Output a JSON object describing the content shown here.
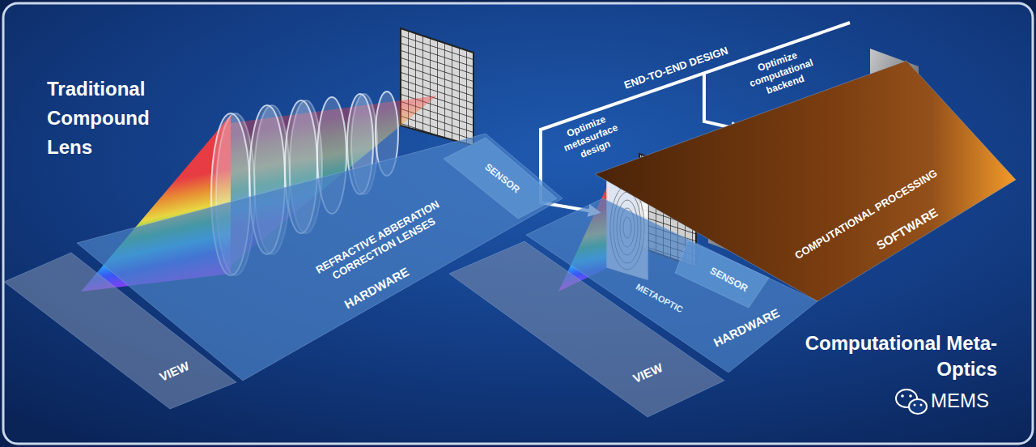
{
  "diagram": {
    "nodes": [
      {
        "text": [
          "REFRACTIVE ABBERATION CORRECTION LENSES",
          "HARDWARE"
        ]
      },
      {
        "text": [
          "SENSOR"
        ],
        "in": 0
      },
      {
        "text": [
          "VIEW"
        ]
      },
      {
        "text": [
          "COMPUTATIONAL PROCESSING",
          "SOFTWARE"
        ]
      },
      {
        "text": [
          "HARDWARE"
        ]
      },
      {
        "text": [
          "SENSOR"
        ],
        "in": 4
      },
      {
        "text": [
          "VIEW"
        ]
      }
    ],
    "labels": [
      "Traditional Compound Lens",
      "END-TO-END DESIGN",
      "Optimize computational backend",
      "Optimize metasurface design",
      "METAOPTIC",
      "Computational Meta-Optics",
      "MEMS"
    ]
  }
}
